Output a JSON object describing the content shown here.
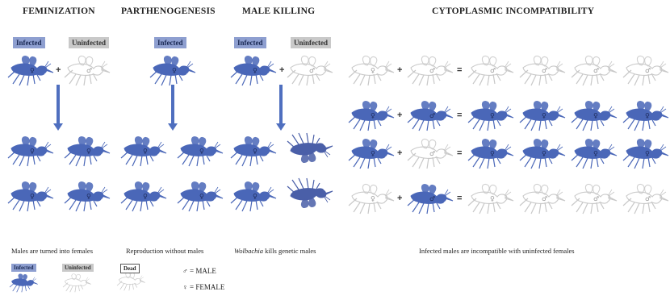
{
  "titles": {
    "feminization": "FEMINIZATION",
    "parthenogenesis": "PARTHENOGENESIS",
    "male_killing": "MALE KILLING",
    "ci": "CYTOPLASMIC INCOMPATIBILITY"
  },
  "tags": {
    "infected": "Infected",
    "uninfected": "Uninfected",
    "dead": "Dead"
  },
  "operators": {
    "plus": "+",
    "equals": "="
  },
  "captions": {
    "feminization": "Males are turned into females",
    "parthenogenesis": "Reproduction without males",
    "male_killing_italic": "Wolbachia",
    "male_killing_rest": " kills genetic males",
    "ci": "Infected males are incompatible with uninfected females"
  },
  "legend": {
    "male": "♂ = MALE",
    "female": "♀ = FEMALE"
  },
  "colors": {
    "infected": "#4a67b8",
    "uninfected": "#c8c8c8",
    "dead": "#4a5fa8",
    "arrow": "#4f6fbf"
  }
}
